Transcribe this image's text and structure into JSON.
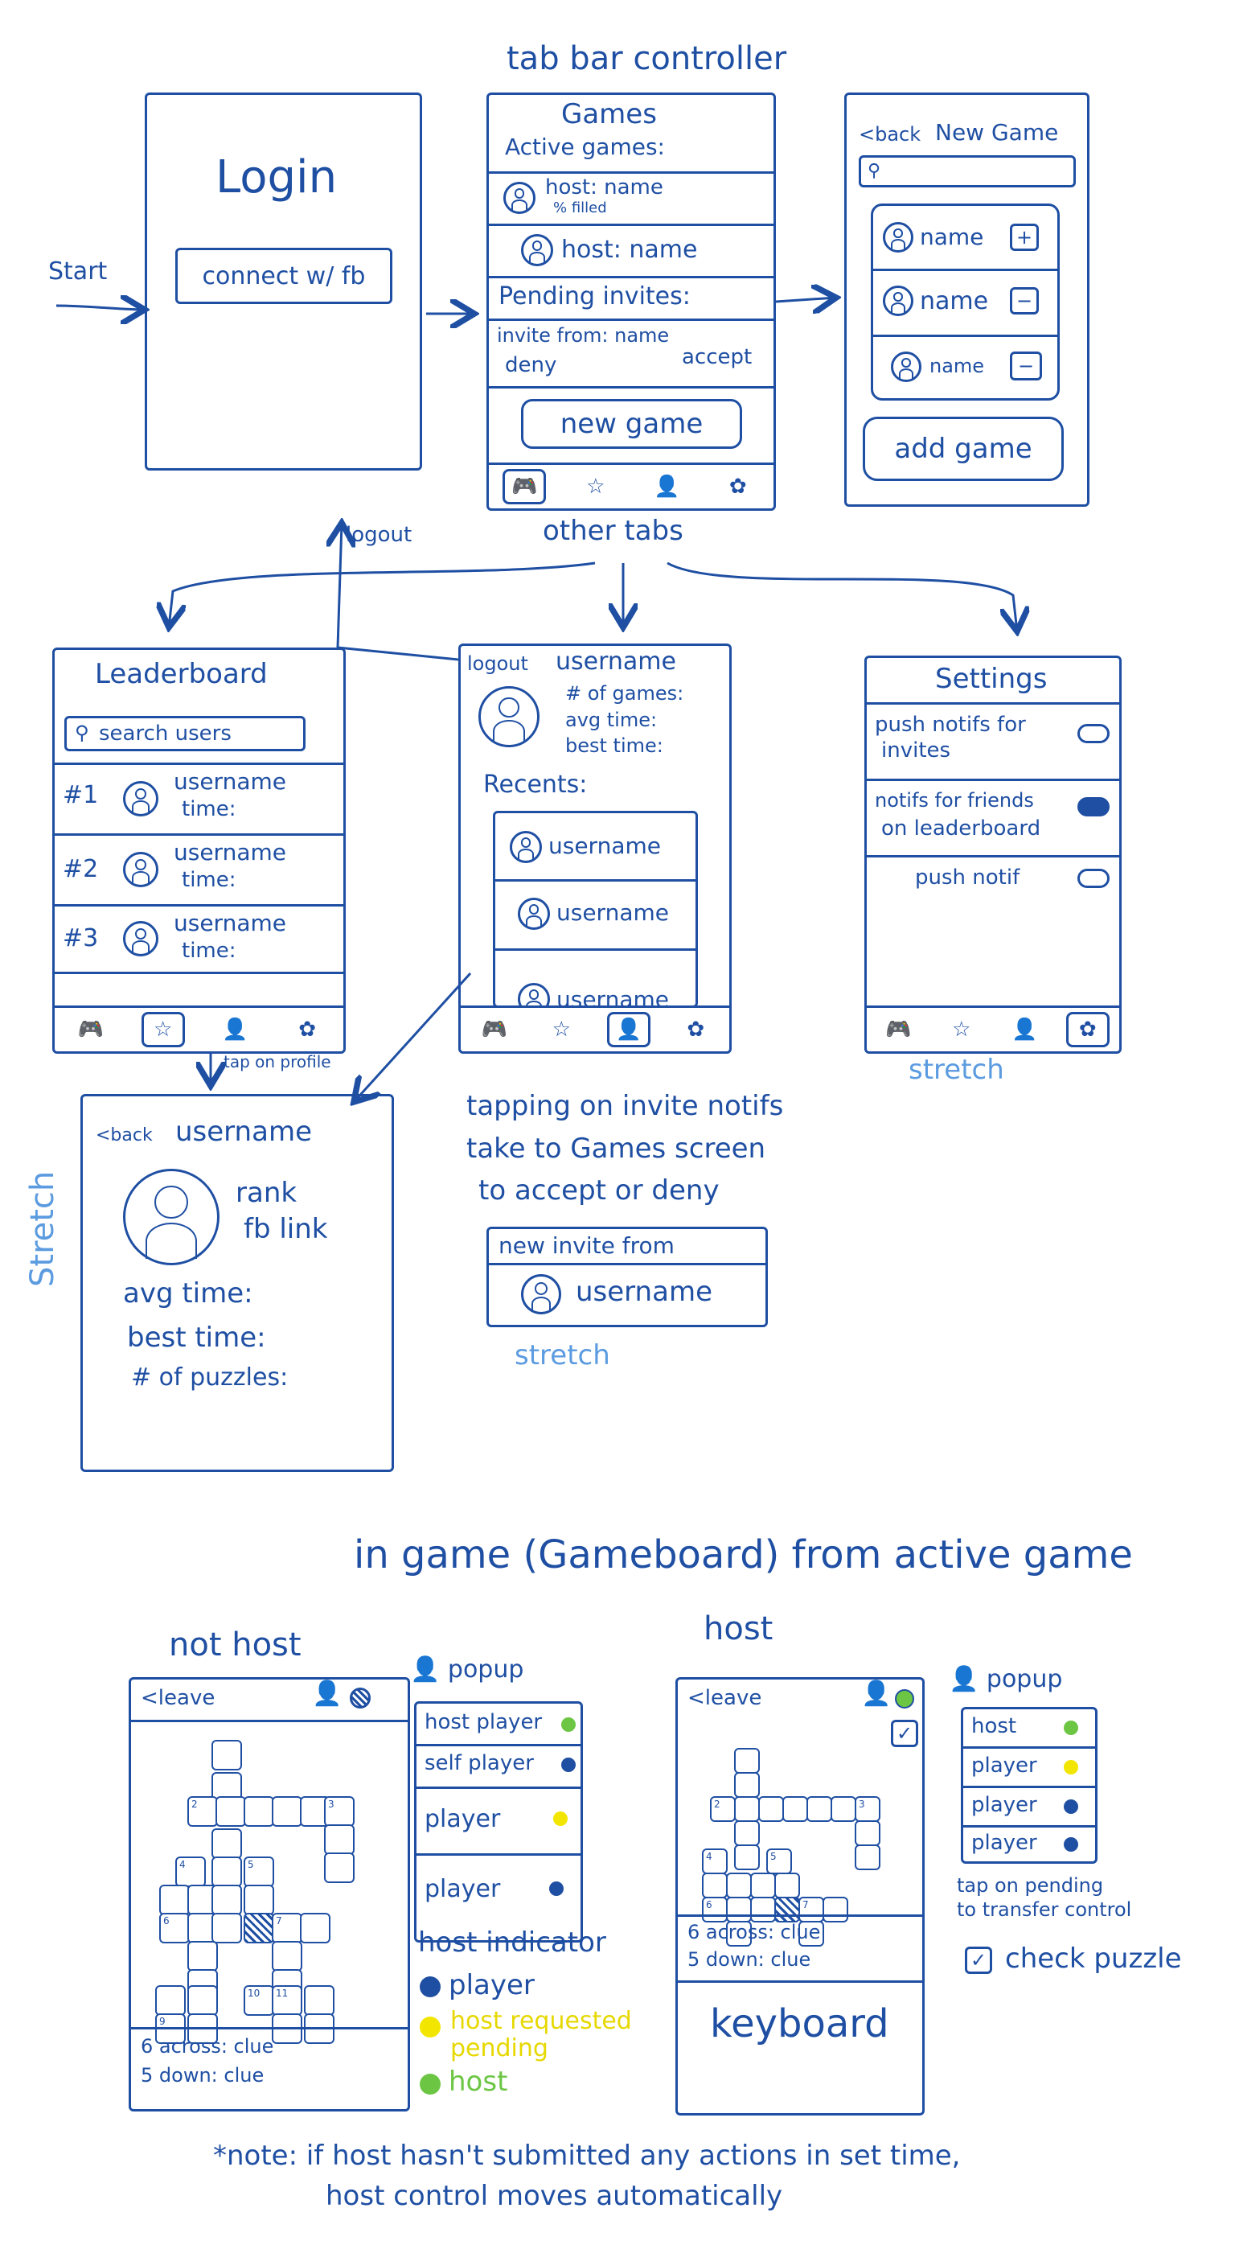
{
  "flow": {
    "title": "tab bar controller",
    "start_label": "Start",
    "logout_arrow_label": "logout",
    "other_tabs_label": "other tabs",
    "tap_on_profile_label": "tap on profile"
  },
  "login": {
    "title": "Login",
    "fb_button": "connect w/ fb"
  },
  "games": {
    "title": "Games",
    "active_heading": "Active games:",
    "active": [
      {
        "line1": "host: name",
        "line2": "% filled"
      },
      {
        "line1": "host: name",
        "line2": ""
      }
    ],
    "pending_heading": "Pending invites:",
    "invite_from": "invite from: name",
    "deny": "deny",
    "accept": "accept",
    "new_game_button": "new game"
  },
  "new_game": {
    "back": "<back",
    "title": "New Game",
    "search_icon": "search-icon",
    "items": [
      {
        "name": "name",
        "action": "+"
      },
      {
        "name": "name",
        "action": "−"
      },
      {
        "name": "name",
        "action": "−"
      }
    ],
    "add_button": "add game"
  },
  "tabs": {
    "games_icon": "🎮",
    "leaderboard_icon": "☆",
    "profile_icon": "👤",
    "settings_icon": "✿"
  },
  "leaderboard": {
    "title": "Leaderboard",
    "search_placeholder": "search users",
    "entries": [
      {
        "rank": "#1",
        "name": "username",
        "time": "time:"
      },
      {
        "rank": "#2",
        "name": "username",
        "time": "time:"
      },
      {
        "rank": "#3",
        "name": "username",
        "time": "time:"
      }
    ]
  },
  "profile": {
    "logout": "logout",
    "username": "username",
    "stats": [
      "# of games:",
      "avg time:",
      "best time:"
    ],
    "recents_heading": "Recents:",
    "recents": [
      "username",
      "username",
      "username"
    ]
  },
  "settings": {
    "title": "Settings",
    "items": [
      {
        "label1": "push notifs for",
        "label2": "invites",
        "on": false
      },
      {
        "label1": "notifs for friends",
        "label2": "on leaderboard",
        "on": true
      },
      {
        "label1": "push notif",
        "label2": "",
        "on": false
      }
    ],
    "stretch": "stretch"
  },
  "user_profile": {
    "back": "<back",
    "username": "username",
    "rank": "rank",
    "fb_link": "fb link",
    "stats": [
      "avg time:",
      "best time:",
      "# of puzzles:"
    ],
    "stretch": "Stretch"
  },
  "invite_note": {
    "lines": [
      "tapping on invite notifs",
      "take to Games screen",
      "to accept or deny"
    ],
    "banner_title": "new invite from",
    "banner_user": "username",
    "stretch": "stretch"
  },
  "gameboard": {
    "heading": "in game (Gameboard) from active game",
    "not_host_label": "not host",
    "host_label": "host",
    "leave": "<leave",
    "popup_label": "popup",
    "not_host_popup": [
      "host player",
      "self player",
      "player",
      "player"
    ],
    "host_popup": [
      "host",
      "player",
      "player",
      "player"
    ],
    "host_indicator_heading": "host indicator",
    "legend": [
      "player",
      "host requested pending",
      "host"
    ],
    "clue1": "6 across: clue",
    "clue2": "5 down: clue",
    "keyboard": "keyboard",
    "transfer_note": [
      "tap on pending",
      "to transfer control"
    ],
    "check_puzzle": "check puzzle",
    "note": [
      "*note: if host hasn't submitted any actions in set time,",
      "host control moves automatically"
    ],
    "colors": {
      "host": "#6cc644",
      "pending": "#f2e600",
      "player": "#1f4fa3"
    }
  }
}
